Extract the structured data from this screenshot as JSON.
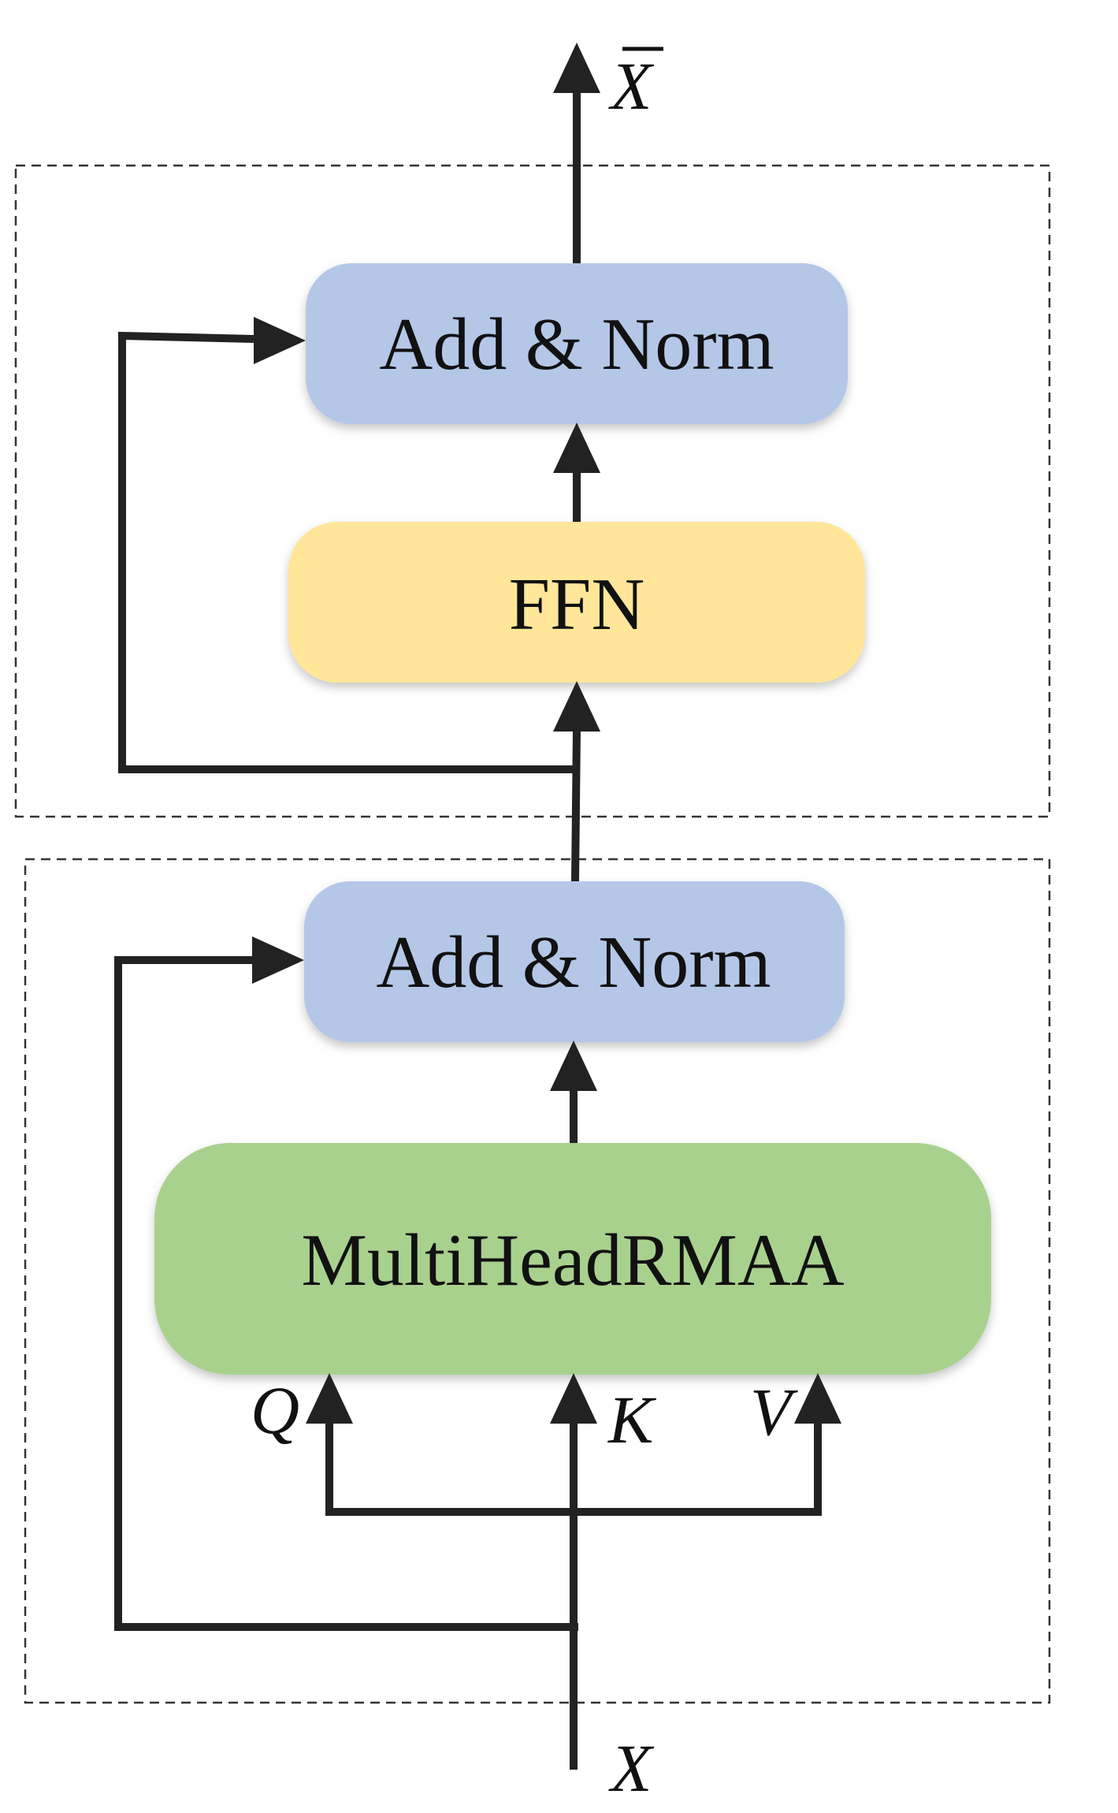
{
  "boxes": {
    "add_norm_top": {
      "label": "Add & Norm",
      "color": "#b4c7e7"
    },
    "ffn": {
      "label": "FFN",
      "color": "#ffe699"
    },
    "add_norm_bottom": {
      "label": "Add & Norm",
      "color": "#b4c7e7"
    },
    "attention": {
      "label": "MultiHeadRMAA",
      "color": "#a9d18e"
    }
  },
  "variables": {
    "output": "X",
    "input": "X",
    "query": "Q",
    "key": "K",
    "value": "V"
  }
}
